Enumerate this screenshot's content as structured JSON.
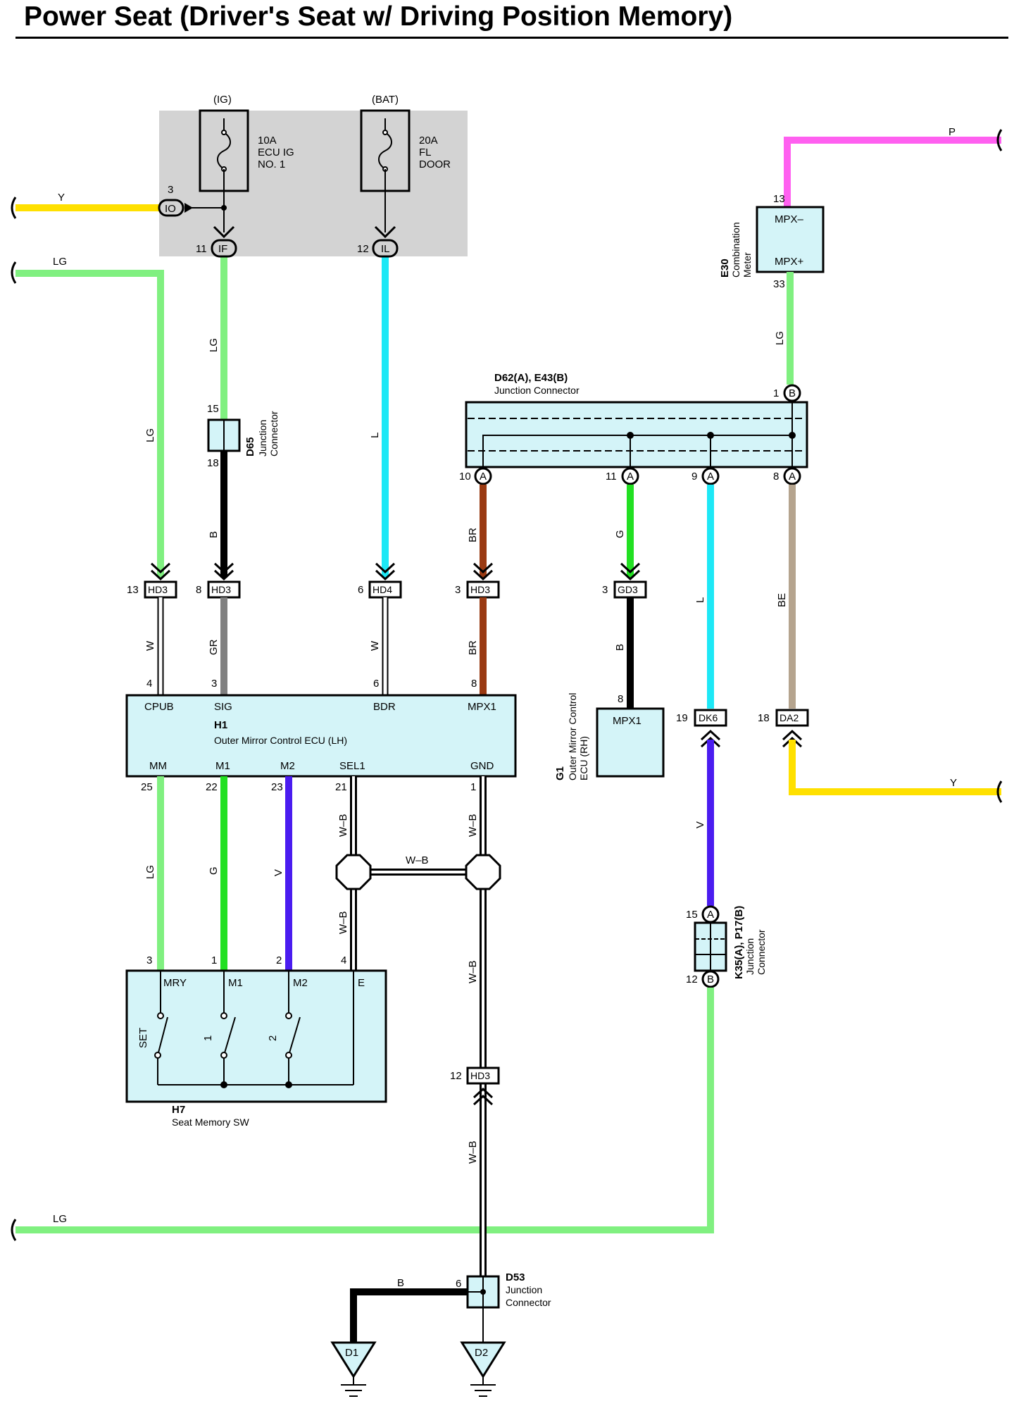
{
  "title": "Power Seat (Driver's Seat w/ Driving Position Memory)",
  "colors": {
    "Y": "#ffe000",
    "LG": "#80f080",
    "L": "#1de8f6",
    "B": "#000000",
    "W": "#ffffff",
    "GR": "#808080",
    "BR": "#9a3a12",
    "G": "#22e022",
    "V": "#4a1cf0",
    "BE": "#b5a48e",
    "P": "#ff60f0",
    "component_fill": "#d4f4f8",
    "relay_block": "#d3d3d3"
  },
  "relay_block": {
    "ig_label": "(IG)",
    "bat_label": "(BAT)",
    "fuse1": [
      "10A",
      "ECU IG",
      "NO. 1"
    ],
    "fuse2": [
      "20A",
      "FL",
      "DOOR"
    ],
    "pins": {
      "io_num": "3",
      "io": "IO",
      "if_num": "11",
      "if": "IF",
      "il_num": "12",
      "il": "IL"
    }
  },
  "wire_labels": {
    "y_left": "Y",
    "lg_top": "LG",
    "lg_left": "LG",
    "lg_if": "LG",
    "b_d65": "B",
    "l_il": "L",
    "p_top": "P",
    "lg_e30": "LG",
    "br_top": "BR",
    "g_gd3": "G",
    "l_dk6": "L",
    "be_da2": "BE",
    "w_13": "W",
    "gr_8": "GR",
    "w_6": "W",
    "br_3": "BR",
    "b_gd3": "B",
    "y_right": "Y",
    "lg_mm": "LG",
    "g_m1": "G",
    "v_m2": "V",
    "wb_sel": "W–B",
    "wb_gnd": "W–B",
    "wb_cross": "W–B",
    "wb_sel2": "W–B",
    "wb_gnd2": "W–B",
    "wb_hd3": "W–B",
    "v_dk6": "V",
    "lg_bottom": "LG",
    "b_gnd": "B"
  },
  "d65": {
    "code": "D65",
    "name": [
      "Junction",
      "Connector"
    ],
    "pin_top": "15",
    "pin_bottom": "18"
  },
  "e30": {
    "code": "E30",
    "name": [
      "Combination",
      "Meter"
    ],
    "pin_top": "13",
    "pin_bottom": "33",
    "p1": "MPX–",
    "p2": "MPX+"
  },
  "jc_top": {
    "title": "D62(A), E43(B)",
    "name": "Junction Connector",
    "pin_b_num": "1",
    "pin_b": "B",
    "pins": [
      {
        "num": "10",
        "letter": "A"
      },
      {
        "num": "11",
        "letter": "A"
      },
      {
        "num": "9",
        "letter": "A"
      },
      {
        "num": "8",
        "letter": "A"
      }
    ]
  },
  "connectors": {
    "c1": {
      "num": "13",
      "label": "HD3"
    },
    "c2": {
      "num": "8",
      "label": "HD3"
    },
    "c3": {
      "num": "6",
      "label": "HD4"
    },
    "c4": {
      "num": "3",
      "label": "HD3"
    },
    "c5": {
      "num": "3",
      "label": "GD3"
    },
    "c6": {
      "num": "19",
      "label": "DK6"
    },
    "c7": {
      "num": "18",
      "label": "DA2"
    },
    "c8": {
      "num": "12",
      "label": "HD3"
    }
  },
  "h1": {
    "code": "H1",
    "name": "Outer Mirror Control ECU (LH)",
    "top_pins": [
      {
        "num": "4",
        "label": "CPUB"
      },
      {
        "num": "3",
        "label": "SIG"
      },
      {
        "num": "6",
        "label": "BDR"
      },
      {
        "num": "8",
        "label": "MPX1"
      }
    ],
    "bottom_pins": [
      {
        "num": "25",
        "label": "MM"
      },
      {
        "num": "22",
        "label": "M1"
      },
      {
        "num": "23",
        "label": "M2"
      },
      {
        "num": "21",
        "label": "SEL1"
      },
      {
        "num": "1",
        "label": "GND"
      }
    ]
  },
  "g1": {
    "code": "G1",
    "name": [
      "Outer Mirror Control",
      "ECU (RH)"
    ],
    "pin_num": "8",
    "pin": "MPX1"
  },
  "k35": {
    "code": "K35(A), P17(B)",
    "name": [
      "Junction",
      "Connector"
    ],
    "pin_top_num": "15",
    "pin_top": "A",
    "pin_bot_num": "12",
    "pin_bot": "B"
  },
  "h7": {
    "code": "H7",
    "name": "Seat Memory SW",
    "pins": [
      {
        "num": "3",
        "label": "MRY"
      },
      {
        "num": "1",
        "label": "M1"
      },
      {
        "num": "2",
        "label": "M2"
      },
      {
        "num": "4",
        "label": "E"
      }
    ],
    "switches": [
      "SET",
      "1",
      "2"
    ]
  },
  "d53": {
    "code": "D53",
    "name": [
      "Junction",
      "Connector"
    ],
    "pin": "6"
  },
  "grounds": [
    "D1",
    "D2"
  ]
}
